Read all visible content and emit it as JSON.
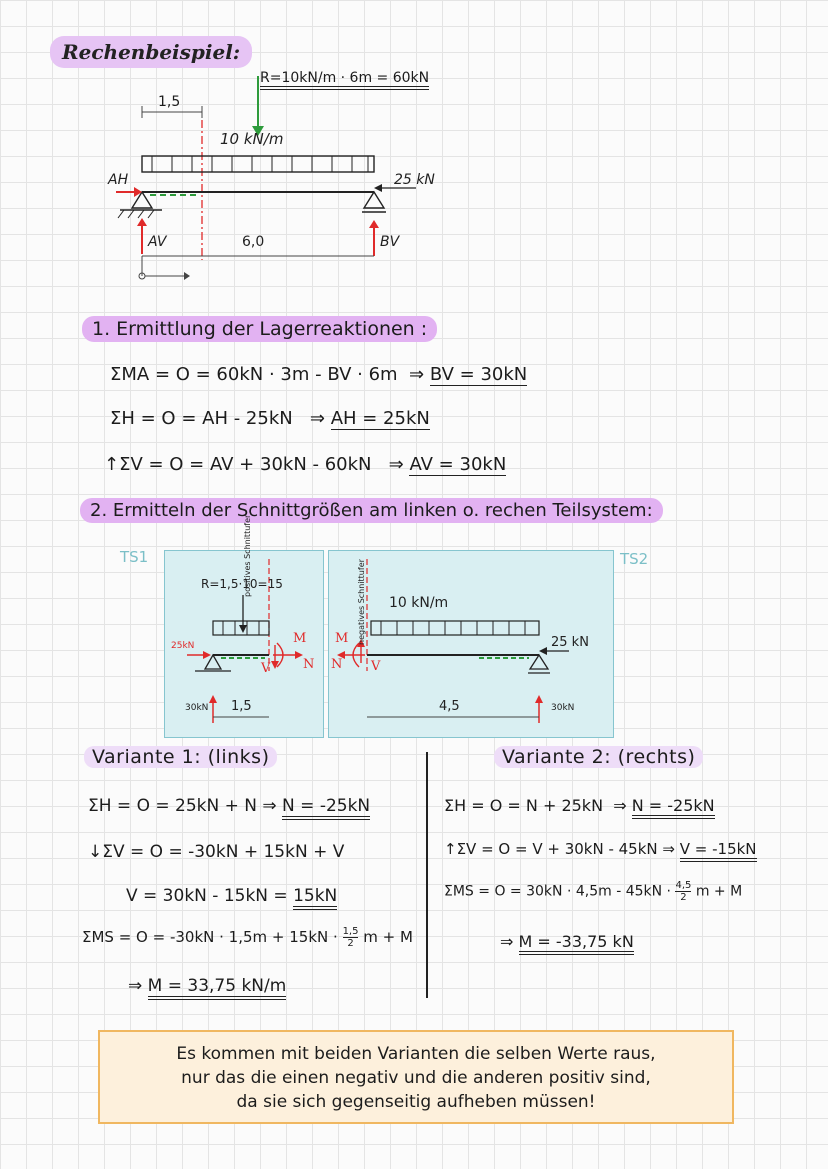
{
  "title": "Rechenbeispiel:",
  "diagram": {
    "resultant": "R=10kN/m · 6m = 60kN",
    "load": "10 kN/m",
    "force_right": "25 kN",
    "dim_left": "1,5",
    "dim_span": "6,0",
    "label_AH": "AH",
    "label_AV": "AV",
    "label_BV": "BV"
  },
  "section1": {
    "heading": "1. Ermittlung der Lagerreaktionen :",
    "eq1": "ΣMA = O = 60kN · 3m - BV · 6m",
    "res1": "BV = 30kN",
    "eq2": "ΣH = O = AH - 25kN",
    "res2": "AH = 25kN",
    "eq3": "↑ΣV = O = AV + 30kN - 60kN",
    "res3": "AV = 30kN"
  },
  "section2": {
    "heading": "2. Ermitteln der Schnittgrößen am linken o. rechen Teilsystem:"
  },
  "ts1": {
    "label": "TS1",
    "resultant": "R=1,5·10=15",
    "cut_label": "positives Schnittufer",
    "force_left": "25kN",
    "support": "30kN",
    "dim": "1,5",
    "M": "M",
    "N": "N",
    "V": "V"
  },
  "ts2": {
    "label": "TS2",
    "cut_label": "negatives Schnittufer",
    "load": "10 kN/m",
    "force_right": "25 kN",
    "support": "30kN",
    "dim": "4,5",
    "M": "M",
    "N": "N",
    "V": "V"
  },
  "variant1": {
    "title": "Variante 1: (links)",
    "eq1": "ΣH = O = 25kN + N",
    "res1": "N = -25kN",
    "eq2": "↓ΣV = O = -30kN + 15kN + V",
    "eq3": "V = 30kN - 15kN =",
    "res3": "15kN",
    "eq4_a": "ΣMS = O = -30kN · 1,5m + 15kN ·",
    "eq4_num": "1,5",
    "eq4_den": "2",
    "eq4_b": "m + M",
    "res4": "M = 33,75 kN/m"
  },
  "variant2": {
    "title": "Variante 2: (rechts)",
    "eq1": "ΣH = O = N + 25kN",
    "res1": "N = -25kN",
    "eq2": "↑ΣV = O = V + 30kN - 45kN",
    "res2": "V = -15kN",
    "eq3_a": "ΣMS = O = 30kN · 4,5m - 45kN ·",
    "eq3_num": "4,5",
    "eq3_den": "2",
    "eq3_b": "m + M",
    "res3": "M = -33,75 kN"
  },
  "note": {
    "line1": "Es kommen mit beiden Varianten die selben Werte raus,",
    "line2": "nur das die einen negativ und die anderen positiv sind,",
    "line3": "da sie sich gegenseitig aufheben müssen!"
  },
  "colors": {
    "highlight_purple": "#e2b2f2",
    "box_teal": "#d9eff2",
    "note_orange": "#f0b760",
    "arrow_green": "#2e9b3c",
    "arrow_red": "#e02a2a"
  }
}
